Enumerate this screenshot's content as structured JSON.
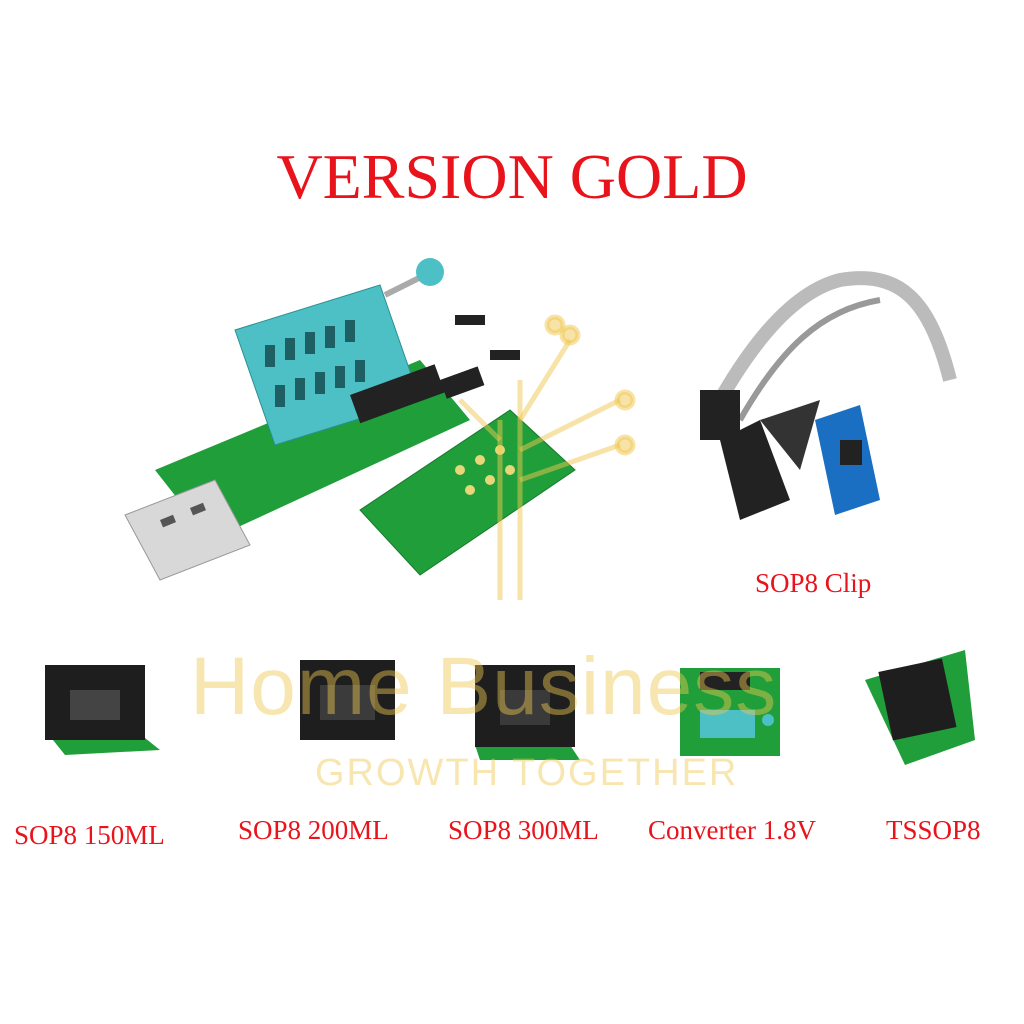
{
  "title": "VERSION GOLD",
  "labels": {
    "sop8_clip": "SOP8 Clip",
    "sop8_150": "SOP8 150ML",
    "sop8_200": "SOP8 200ML",
    "sop8_300": "SOP8 300ML",
    "converter": "Converter 1.8V",
    "tssop8": "TSSOP8"
  },
  "watermark": {
    "line1": "Home Business",
    "line2": "GROWTH TOGETHER"
  },
  "colors": {
    "label": "#e8131b",
    "pcb": "#1f9e3a",
    "socket": "#4cc0c4",
    "watermark": "#f0c850"
  }
}
